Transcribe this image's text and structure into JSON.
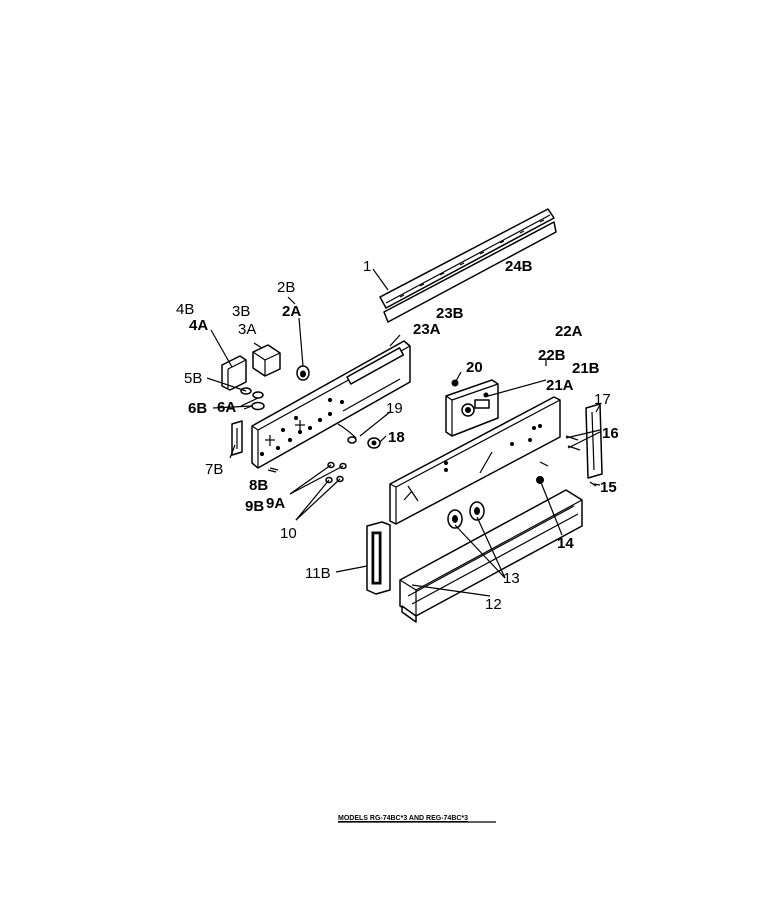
{
  "footer": {
    "caption": "MODELS RG-74BC*3 AND REG-74BC*3"
  },
  "labels": {
    "l1": "1",
    "l24B": "24B",
    "l2B": "2B",
    "l2A": "2A",
    "l4B": "4B",
    "l3B": "3B",
    "l4A": "4A",
    "l3A": "3A",
    "l23B": "23B",
    "l23A": "23A",
    "l22A": "22A",
    "l22B": "22B",
    "l21B": "21B",
    "l21A": "21A",
    "l20": "20",
    "l17": "17",
    "l5B": "5B",
    "l6B": "6B",
    "l6A": "6A",
    "l19": "19",
    "l18": "18",
    "l16": "16",
    "l7B": "7B",
    "l8B": "8B",
    "l9B": "9B",
    "l9A": "9A",
    "l15": "15",
    "l10": "10",
    "l14": "14",
    "l11B": "11B",
    "l13": "13",
    "l12": "12"
  }
}
